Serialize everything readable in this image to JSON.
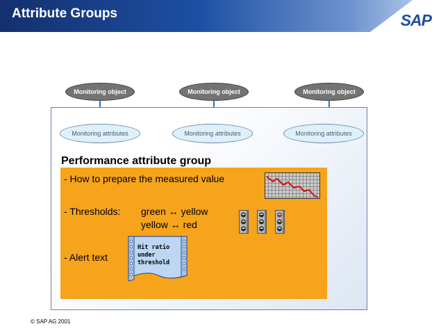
{
  "header": {
    "title": "Attribute Groups",
    "logo": "SAP"
  },
  "monitoring_objects": [
    "Monitoring object",
    "Monitoring object",
    "Monitoring object"
  ],
  "monitoring_attributes": [
    "Monitoring attributes",
    "Monitoring attributes",
    "Monitoring attributes"
  ],
  "group": {
    "title": "Performance attribute group",
    "measure_line": "- How to prepare the measured value",
    "thresholds_label": "- Thresholds:",
    "threshold_1": "green ↔ yellow",
    "threshold_2": "yellow ↔ red",
    "alert_label": "- Alert text",
    "alert_doc_lines": [
      "Hit ratio",
      "under",
      "threshold"
    ]
  },
  "footer": {
    "copyright": "©  SAP AG 2001"
  },
  "colors": {
    "header_dark": "#14306e",
    "accent": "#f5a41b",
    "object_gray": "#737373",
    "attribute_fill": "#dff1f8"
  }
}
